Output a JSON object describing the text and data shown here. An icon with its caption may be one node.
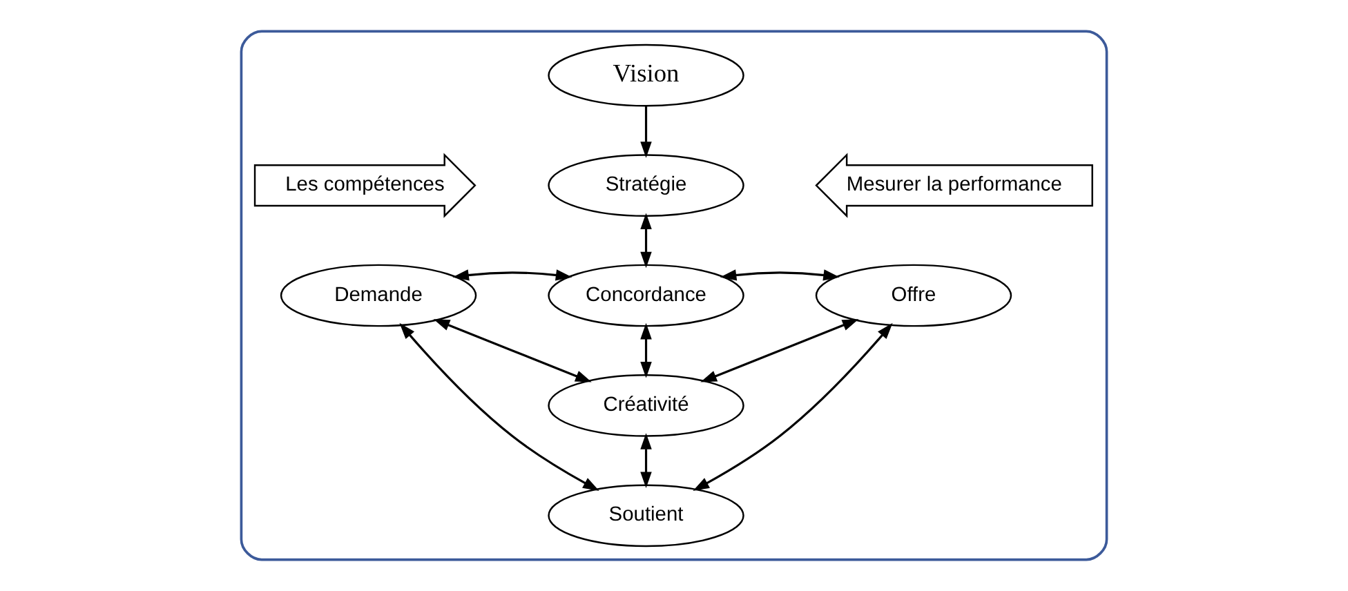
{
  "diagram": {
    "nodes": [
      {
        "text": [],
        "shape": "ellipse"
      },
      {
        "text": [
          "Vision"
        ],
        "in": 0
      },
      {
        "text": [
          "Les compétences"
        ],
        "in": 0
      },
      {
        "text": [
          "Stratégie"
        ],
        "in": 0
      },
      {
        "text": [
          "Mesurer la performance"
        ],
        "in": 0
      },
      {
        "text": [
          "Concordance"
        ],
        "in": 0
      },
      {
        "text": [
          "Demande"
        ],
        "in": 0
      },
      {
        "text": [
          "Offre"
        ],
        "in": 0
      },
      {
        "text": [
          "Créativité"
        ],
        "in": 0
      },
      {
        "text": [
          "Soutient"
        ],
        "in": 0
      }
    ],
    "edges": [
      {
        "from": 1,
        "to": 3,
        "arrow": "to"
      },
      {
        "from": 3,
        "to": 5,
        "arrow": "both"
      },
      {
        "from": 6,
        "to": 5,
        "arrow": "both"
      },
      {
        "from": 5,
        "to": 7,
        "arrow": "both"
      },
      {
        "from": 5,
        "to": 8,
        "arrow": "both"
      },
      {
        "from": 6,
        "to": 8,
        "arrow": "both"
      },
      {
        "from": 8,
        "to": 7,
        "arrow": "both"
      },
      {
        "from": 8,
        "to": 9,
        "arrow": "both"
      },
      {
        "from": 6,
        "to": 9,
        "arrow": "both"
      },
      {
        "from": 9,
        "to": 7,
        "arrow": "both"
      }
    ]
  }
}
